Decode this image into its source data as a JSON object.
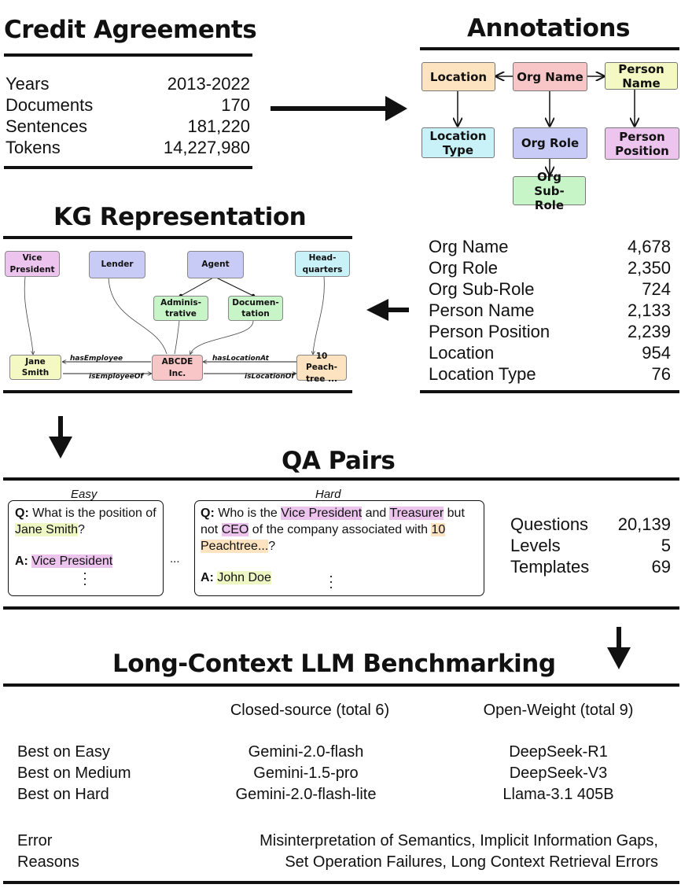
{
  "credit": {
    "title": "Credit Agreements",
    "rows": [
      {
        "label": "Years",
        "value": "2013-2022"
      },
      {
        "label": "Documents",
        "value": "170"
      },
      {
        "label": "Sentences",
        "value": "181,220"
      },
      {
        "label": "Tokens",
        "value": "14,227,980"
      }
    ]
  },
  "annotations": {
    "title": "Annotations",
    "nodes": {
      "location": "Location",
      "org_name": "Org Name",
      "person_name": "Person Name",
      "location_type": "Location Type",
      "org_role": "Org Role",
      "person_position": "Person Position",
      "org_sub_role": "Org Sub-Role"
    },
    "colors": {
      "location": "#fde3c0",
      "org_name": "#f8c6c6",
      "person_name": "#f4f8c2",
      "location_type": "#c8f1f8",
      "org_role": "#c8cbf5",
      "person_position": "#ecc4ee",
      "org_sub_role": "#c8f5c8"
    },
    "counts": [
      {
        "label": "Org Name",
        "value": "4,678"
      },
      {
        "label": "Org Role",
        "value": "2,350"
      },
      {
        "label": "Org Sub-Role",
        "value": "724"
      },
      {
        "label": "Person Name",
        "value": "2,133"
      },
      {
        "label": "Person Position",
        "value": "2,239"
      },
      {
        "label": "Location",
        "value": "954"
      },
      {
        "label": "Location Type",
        "value": "76"
      }
    ]
  },
  "kg": {
    "title": "KG Representation",
    "nodes": {
      "vice_president": "Vice President",
      "lender": "Lender",
      "agent": "Agent",
      "headquarters": "Head-quarters",
      "administrative": "Adminis-trative",
      "documentation": "Documen-tation",
      "jane_smith": "Jane Smith",
      "abcde": "ABCDE Inc.",
      "peachtree": "10 Peach-tree ..."
    },
    "edges": {
      "has_employee": "hasEmployee",
      "is_employee_of": "isEmployeeOf",
      "has_location_at": "hasLocationAt",
      "is_location_of": "isLocationOf"
    }
  },
  "qa": {
    "title": "QA Pairs",
    "easy": {
      "level": "Easy",
      "q_label": "Q:",
      "q_parts": [
        "What is the position of ",
        "Jane Smith",
        "?"
      ],
      "a_label": "A:",
      "answer": "Vice President"
    },
    "hard": {
      "level": "Hard",
      "q_label": "Q:",
      "q_parts": [
        "Who is the ",
        "Vice President",
        " and ",
        "Treasurer",
        " but not ",
        "CEO",
        " of the company associated with ",
        "10 Peachtree...",
        "?"
      ],
      "a_label": "A:",
      "answer": "John Doe"
    },
    "ellipsis": "...",
    "stats": [
      {
        "label": "Questions",
        "value": "20,139"
      },
      {
        "label": "Levels",
        "value": "5"
      },
      {
        "label": "Templates",
        "value": "69"
      }
    ]
  },
  "bench": {
    "title": "Long-Context LLM Benchmarking",
    "closed_header": "Closed-source (total 6)",
    "open_header": "Open-Weight (total 9)",
    "rows": [
      {
        "label": "Best on Easy",
        "closed": "Gemini-2.0-flash",
        "open": "DeepSeek-R1"
      },
      {
        "label": "Best on Medium",
        "closed": "Gemini-1.5-pro",
        "open": "DeepSeek-V3"
      },
      {
        "label": "Best on Hard",
        "closed": "Gemini-2.0-flash-lite",
        "open": "Llama-3.1 405B"
      }
    ],
    "error_label_1": "Error",
    "error_label_2": "Reasons",
    "error_line_1": "Misinterpretation of Semantics, Implicit Information Gaps,",
    "error_line_2": "Set Operation Failures, Long Context Retrieval Errors"
  }
}
